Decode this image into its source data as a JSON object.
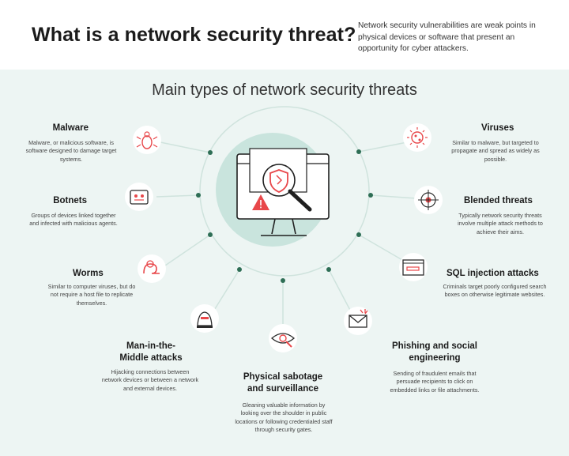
{
  "header": {
    "title": "What is a network security threat?",
    "description": "Network security vulnerabilities are weak points in physical devices or software that present an opportunity for cyber attackers."
  },
  "diagram": {
    "subtitle": "Main types of network security threats",
    "colors": {
      "accent": "#e8474a",
      "line": "#9fc6bc",
      "node": "#2e6e55",
      "center": "#c9e4dd",
      "panel": "#edf5f3"
    },
    "center_icon": "monitor-with-shield-and-magnifier-icon",
    "threats": [
      {
        "name": "malware",
        "icon": "bug-icon",
        "title": "Malware",
        "desc": "Malware, or malicious software, is software designed to damage target systems."
      },
      {
        "name": "botnets",
        "icon": "robot-icon",
        "title": "Botnets",
        "desc": "Groups of devices linked together and infected with malicious agents."
      },
      {
        "name": "worms",
        "icon": "worm-icon",
        "title": "Worms",
        "desc": "Similar to computer viruses, but do not require a host file to replicate themselves."
      },
      {
        "name": "mitm",
        "icon": "hacker-icon",
        "title": "Man-in-the-Middle attacks",
        "desc": "Hijacking connections between network devices or between a network and external devices."
      },
      {
        "name": "physical",
        "icon": "eye-icon",
        "title": "Physical sabotage and surveillance",
        "desc": "Gleaning valuable information by looking over the shoulder in public locations or following credentialed staff through security gates."
      },
      {
        "name": "phishing",
        "icon": "envelope-icon",
        "title": "Phishing and social engineering",
        "desc": "Sending of fraudulent emails that persuade recipients to click on embedded links or file attachments."
      },
      {
        "name": "sql",
        "icon": "browser-window-icon",
        "title": "SQL injection attacks",
        "desc": "Criminals target poorly configured search boxes on otherwise legitimate websites."
      },
      {
        "name": "blended",
        "icon": "target-icon",
        "title": "Blended threats",
        "desc": "Typically network security threats involve multiple attack methods to achieve their aims."
      },
      {
        "name": "viruses",
        "icon": "virus-icon",
        "title": "Viruses",
        "desc": "Similar to malware, but targeted to propagate and spread as widely as possible."
      }
    ]
  }
}
